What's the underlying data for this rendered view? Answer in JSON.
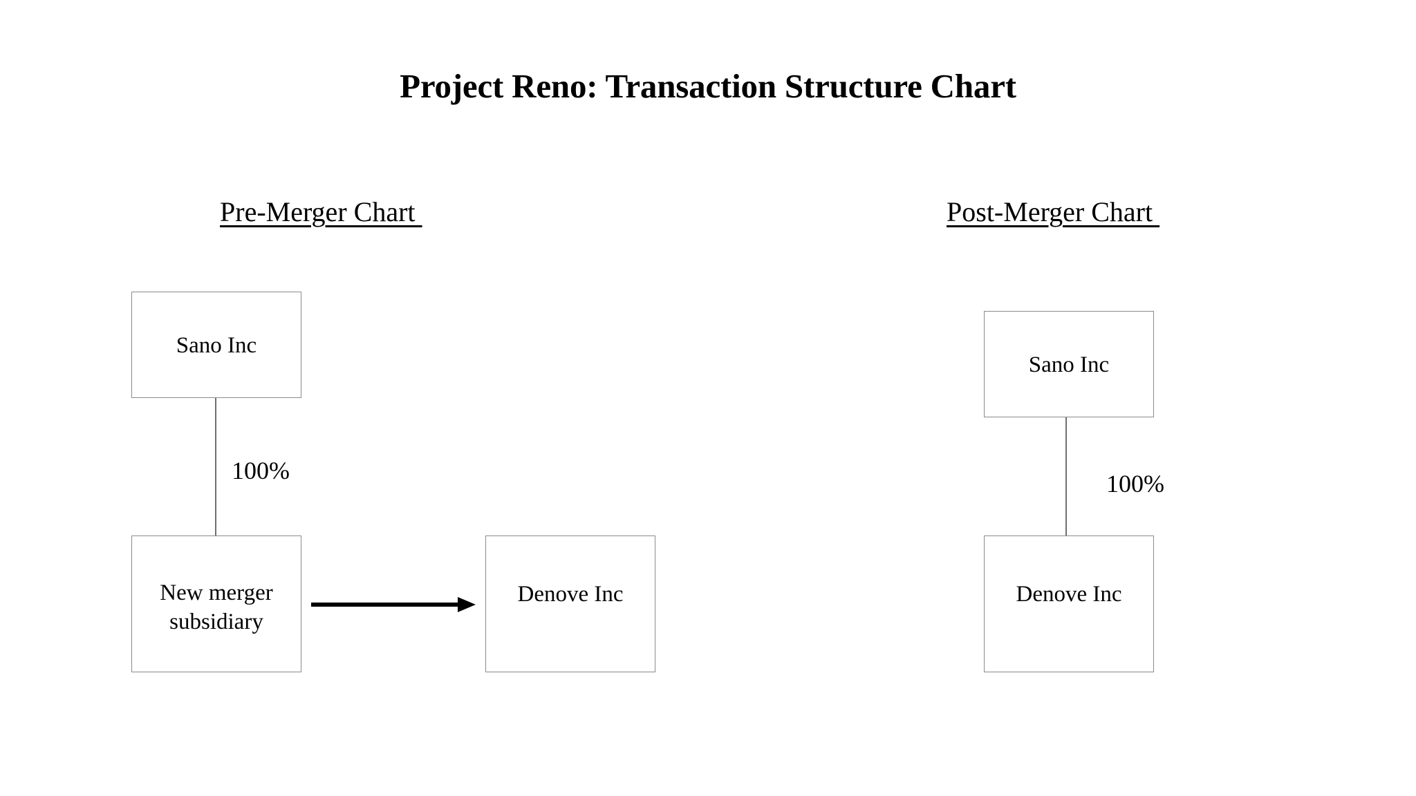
{
  "document": {
    "title": "Project Reno: Transaction Structure Chart"
  },
  "sections": {
    "pre_merger": {
      "heading": "Pre-Merger Chart ",
      "boxes": {
        "parent": "Sano Inc",
        "merger_sub": "New merger\nsubsidiary",
        "target": "Denove Inc"
      },
      "ownership_label": "100%",
      "arrow": {
        "name": "merger-arrow",
        "from": "New merger subsidiary",
        "to": "Denove Inc",
        "color": "#000000"
      }
    },
    "post_merger": {
      "heading": "Post-Merger Chart ",
      "boxes": {
        "parent": "Sano Inc",
        "subsidiary": "Denove Inc"
      },
      "ownership_label": "100%"
    }
  },
  "style": {
    "box_border_color": "#8a8a8a",
    "connector_color": "#6f6f6f",
    "text_color": "#000000",
    "background": "#ffffff"
  }
}
